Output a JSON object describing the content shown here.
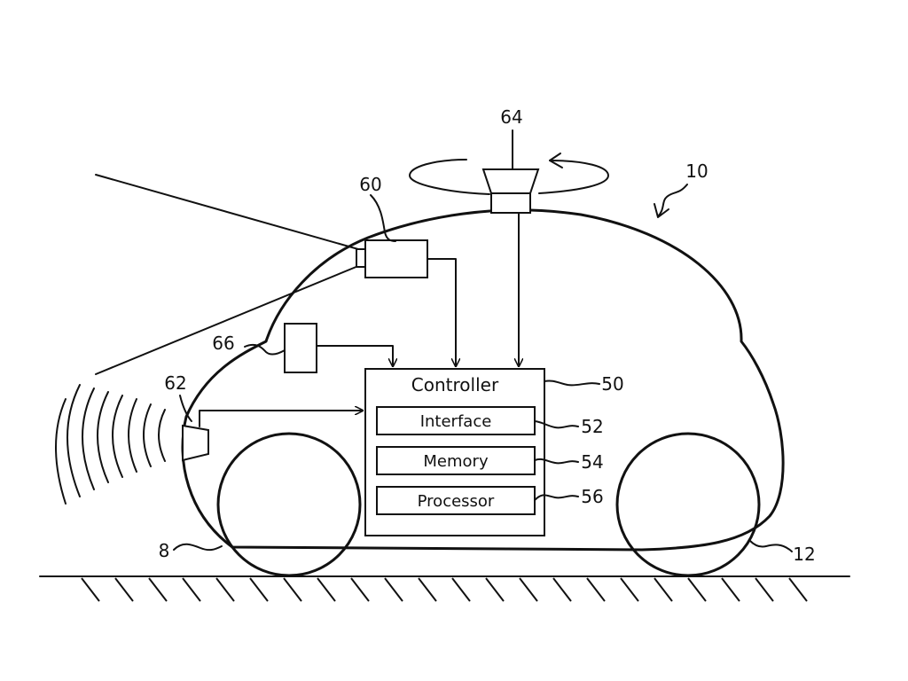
{
  "labels": {
    "vehicle": "10",
    "wheel_rear": "8",
    "wheel_front": "12",
    "controller_ref": "50",
    "interface_ref": "52",
    "memory_ref": "54",
    "processor_ref": "56",
    "camera_ref": "60",
    "sensor_front_ref": "62",
    "lidar_ref": "64",
    "sensor_mid_ref": "66"
  },
  "controller": {
    "title": "Controller",
    "modules": {
      "interface": "Interface",
      "memory": "Memory",
      "processor": "Processor"
    }
  }
}
